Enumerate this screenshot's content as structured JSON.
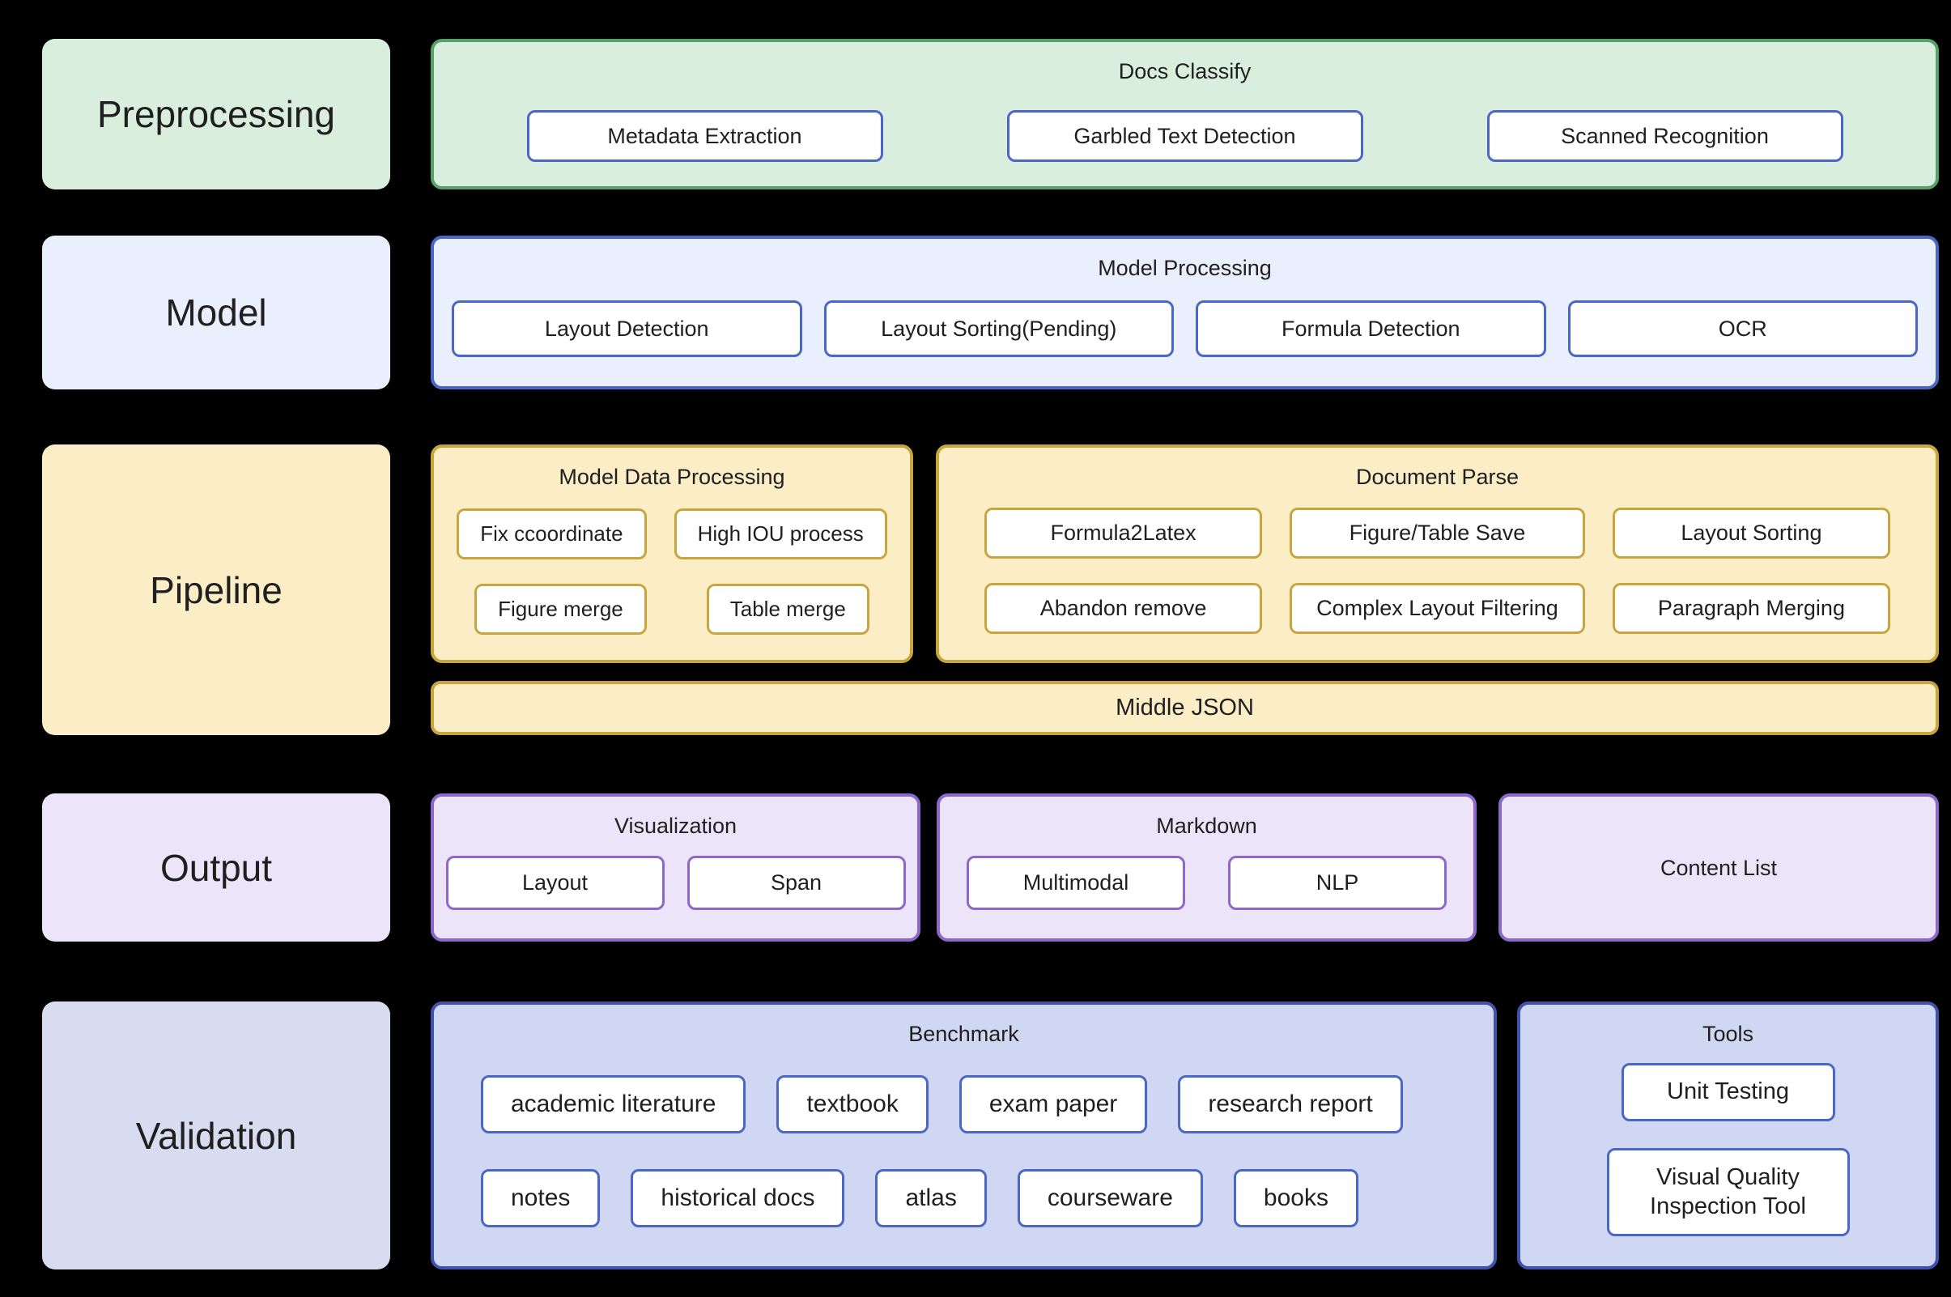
{
  "colors": {
    "background": "#000000",
    "green_fill": "#d9eedd",
    "green_border": "#57a26b",
    "blue_fill": "#e9effc",
    "blue_border": "#4a67c6",
    "gold_fill": "#fbeec6",
    "gold_border": "#c9a53e",
    "purple_fill": "#ece5f9",
    "purple_border": "#8d68cc",
    "validation_fill": "#cfd7f2",
    "validation_border": "#4053a8",
    "node_fill": "#ffffff",
    "text": "#1f1f1f"
  },
  "preprocessing": {
    "label": "Preprocessing",
    "docs_classify": {
      "title": "Docs Classify",
      "items": [
        "Metadata Extraction",
        "Garbled Text Detection",
        "Scanned Recognition"
      ]
    }
  },
  "model": {
    "label": "Model",
    "model_processing": {
      "title": "Model Processing",
      "items": [
        "Layout Detection",
        "Layout Sorting(Pending)",
        "Formula Detection",
        "OCR"
      ]
    }
  },
  "pipeline": {
    "label": "Pipeline",
    "model_data_processing": {
      "title": "Model Data Processing",
      "items": [
        "Fix ccoordinate",
        "High IOU process",
        "Figure merge",
        "Table merge"
      ]
    },
    "document_parse": {
      "title": "Document Parse",
      "items": [
        "Formula2Latex",
        "Figure/Table Save",
        "Layout Sorting",
        "Abandon remove",
        "Complex Layout Filtering",
        "Paragraph Merging"
      ]
    },
    "middle_json": "Middle JSON"
  },
  "output": {
    "label": "Output",
    "visualization": {
      "title": "Visualization",
      "items": [
        "Layout",
        "Span"
      ]
    },
    "markdown": {
      "title": "Markdown",
      "items": [
        "Multimodal",
        "NLP"
      ]
    },
    "content_list": {
      "title": "Content List"
    }
  },
  "validation": {
    "label": "Validation",
    "benchmark": {
      "title": "Benchmark",
      "row1": [
        "academic literature",
        "textbook",
        "exam paper",
        "research report"
      ],
      "row2": [
        "notes",
        "historical docs",
        "atlas",
        "courseware",
        "books"
      ]
    },
    "tools": {
      "title": "Tools",
      "items": [
        "Unit Testing",
        "Visual Quality Inspection Tool"
      ]
    }
  }
}
